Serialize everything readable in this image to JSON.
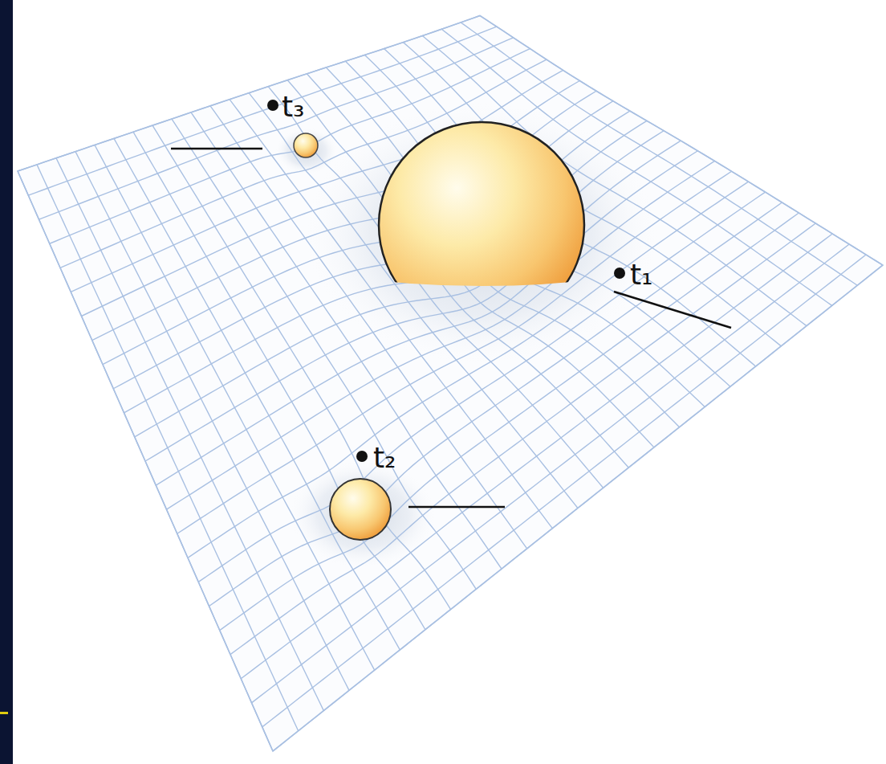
{
  "diagram": {
    "labels": [
      "t₃",
      "t₁",
      "t₂"
    ]
  }
}
